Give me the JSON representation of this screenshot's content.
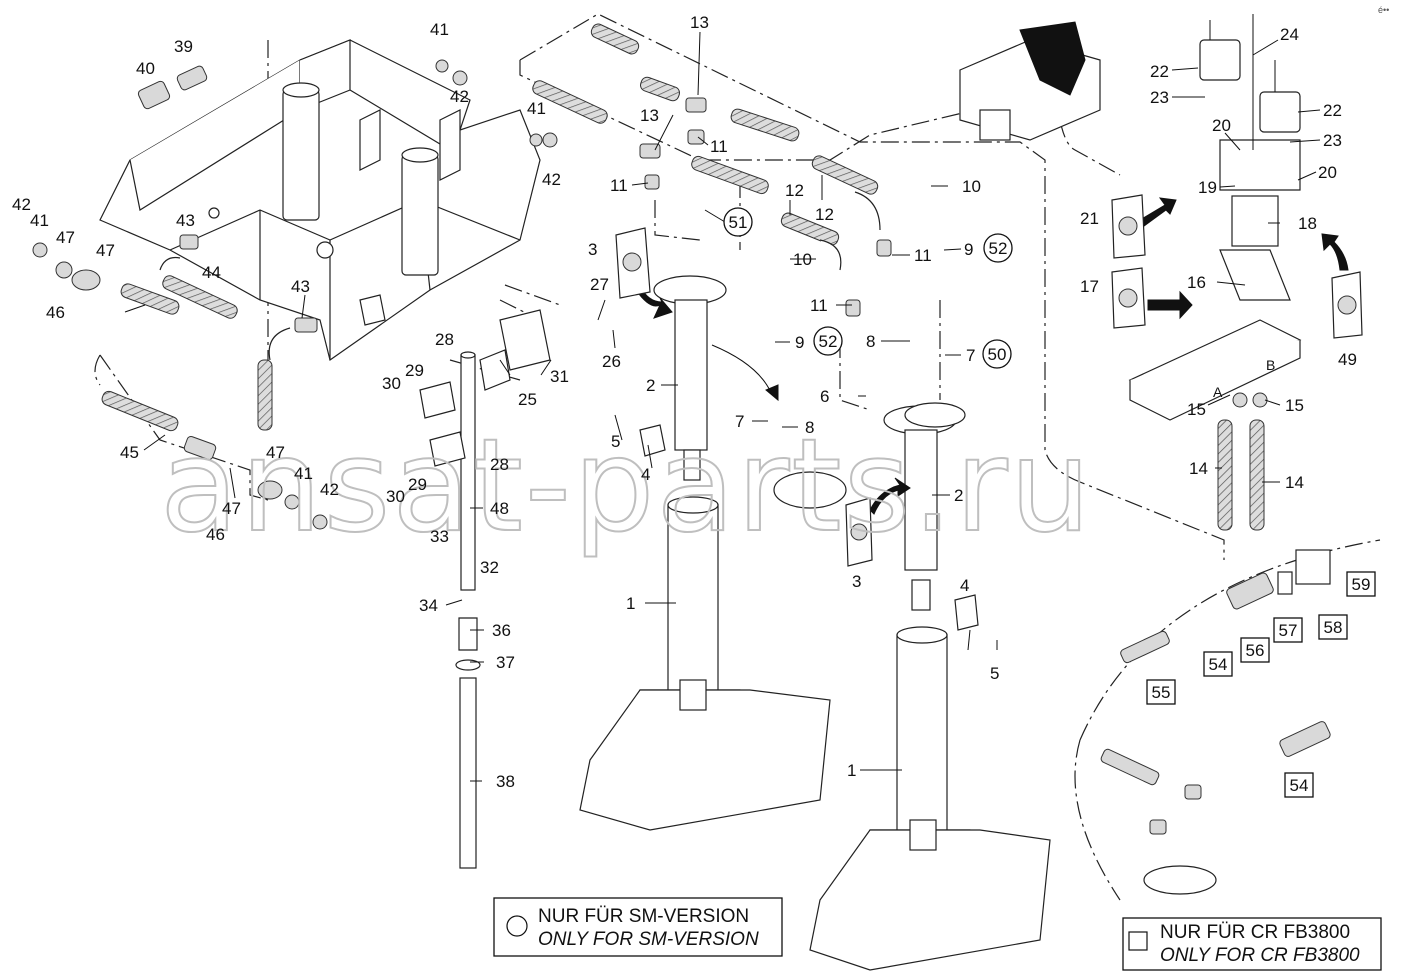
{
  "brand_mark": "é••",
  "watermark": "ansat-parts.ru",
  "notes": {
    "sm": {
      "line1": "NUR FÜR SM-VERSION",
      "line2": "ONLY FOR SM-VERSION"
    },
    "cr": {
      "line1": "NUR FÜR CR FB3800",
      "line2": "ONLY FOR CR FB3800"
    }
  },
  "callouts": [
    {
      "id": "c13a",
      "text": "13"
    },
    {
      "id": "c24",
      "text": "24"
    },
    {
      "id": "c22a",
      "text": "22"
    },
    {
      "id": "c23a",
      "text": "23"
    },
    {
      "id": "c22b",
      "text": "22"
    },
    {
      "id": "c20a",
      "text": "20"
    },
    {
      "id": "c23b",
      "text": "23"
    },
    {
      "id": "c20b",
      "text": "20"
    },
    {
      "id": "c19",
      "text": "19"
    },
    {
      "id": "c21",
      "text": "21"
    },
    {
      "id": "c18",
      "text": "18"
    },
    {
      "id": "c17",
      "text": "17"
    },
    {
      "id": "c16",
      "text": "16"
    },
    {
      "id": "c49",
      "text": "49"
    },
    {
      "id": "c15a",
      "text": "15"
    },
    {
      "id": "c15b",
      "text": "15"
    },
    {
      "id": "c14a",
      "text": "14"
    },
    {
      "id": "c14b",
      "text": "14"
    },
    {
      "id": "c41a",
      "text": "41"
    },
    {
      "id": "c39",
      "text": "39"
    },
    {
      "id": "c40",
      "text": "40"
    },
    {
      "id": "c42a",
      "text": "42"
    },
    {
      "id": "c41b",
      "text": "41"
    },
    {
      "id": "c42b",
      "text": "42"
    },
    {
      "id": "c13b",
      "text": "13"
    },
    {
      "id": "c11a",
      "text": "11"
    },
    {
      "id": "c11b",
      "text": "11"
    },
    {
      "id": "c12a",
      "text": "12"
    },
    {
      "id": "c12b",
      "text": "12"
    },
    {
      "id": "c10a",
      "text": "10"
    },
    {
      "id": "c9a",
      "text": "9"
    },
    {
      "id": "c11c",
      "text": "11"
    },
    {
      "id": "c42c",
      "text": "42"
    },
    {
      "id": "c41c",
      "text": "41"
    },
    {
      "id": "c47a",
      "text": "47"
    },
    {
      "id": "c43a",
      "text": "43"
    },
    {
      "id": "c47b",
      "text": "47"
    },
    {
      "id": "c44",
      "text": "44"
    },
    {
      "id": "c46a",
      "text": "46"
    },
    {
      "id": "c43b",
      "text": "43"
    },
    {
      "id": "c3a",
      "text": "3"
    },
    {
      "id": "c27",
      "text": "27"
    },
    {
      "id": "c26",
      "text": "26"
    },
    {
      "id": "c10b",
      "text": "10"
    },
    {
      "id": "c11d",
      "text": "11"
    },
    {
      "id": "c9b",
      "text": "9"
    },
    {
      "id": "c8a",
      "text": "8"
    },
    {
      "id": "c7a",
      "text": "7"
    },
    {
      "id": "c28a",
      "text": "28"
    },
    {
      "id": "c31",
      "text": "31"
    },
    {
      "id": "c29a",
      "text": "29"
    },
    {
      "id": "c30a",
      "text": "30"
    },
    {
      "id": "c25",
      "text": "25"
    },
    {
      "id": "c2a",
      "text": "2"
    },
    {
      "id": "c6",
      "text": "6"
    },
    {
      "id": "c7b",
      "text": "7"
    },
    {
      "id": "c8b",
      "text": "8"
    },
    {
      "id": "c5a",
      "text": "5"
    },
    {
      "id": "c45",
      "text": "45"
    },
    {
      "id": "c47c",
      "text": "47"
    },
    {
      "id": "c28b",
      "text": "28"
    },
    {
      "id": "c4a",
      "text": "4"
    },
    {
      "id": "c29b",
      "text": "29"
    },
    {
      "id": "c30b",
      "text": "30"
    },
    {
      "id": "c41d",
      "text": "41"
    },
    {
      "id": "c42d",
      "text": "42"
    },
    {
      "id": "c47d",
      "text": "47"
    },
    {
      "id": "c46b",
      "text": "46"
    },
    {
      "id": "c48",
      "text": "48"
    },
    {
      "id": "c2b",
      "text": "2"
    },
    {
      "id": "c33",
      "text": "33"
    },
    {
      "id": "c32",
      "text": "32"
    },
    {
      "id": "c3b",
      "text": "3"
    },
    {
      "id": "c34",
      "text": "34"
    },
    {
      "id": "c36",
      "text": "36"
    },
    {
      "id": "c1a",
      "text": "1"
    },
    {
      "id": "c4b",
      "text": "4"
    },
    {
      "id": "c37",
      "text": "37"
    },
    {
      "id": "c5b",
      "text": "5"
    },
    {
      "id": "c38",
      "text": "38"
    },
    {
      "id": "c1b",
      "text": "1"
    },
    {
      "id": "c59",
      "text": "59"
    }
  ],
  "circled_callouts": [
    {
      "id": "k52a",
      "text": "52"
    },
    {
      "id": "k52b",
      "text": "52"
    },
    {
      "id": "k50",
      "text": "50"
    }
  ],
  "boxed_callouts": [
    {
      "id": "b59",
      "text": "59"
    },
    {
      "id": "b57",
      "text": "57"
    },
    {
      "id": "b58",
      "text": "58"
    },
    {
      "id": "b56",
      "text": "56"
    },
    {
      "id": "b54a",
      "text": "54"
    },
    {
      "id": "b55",
      "text": "55"
    },
    {
      "id": "b54b",
      "text": "54"
    }
  ],
  "port_labels": [
    {
      "id": "pA",
      "text": "A"
    },
    {
      "id": "pB",
      "text": "B"
    }
  ]
}
